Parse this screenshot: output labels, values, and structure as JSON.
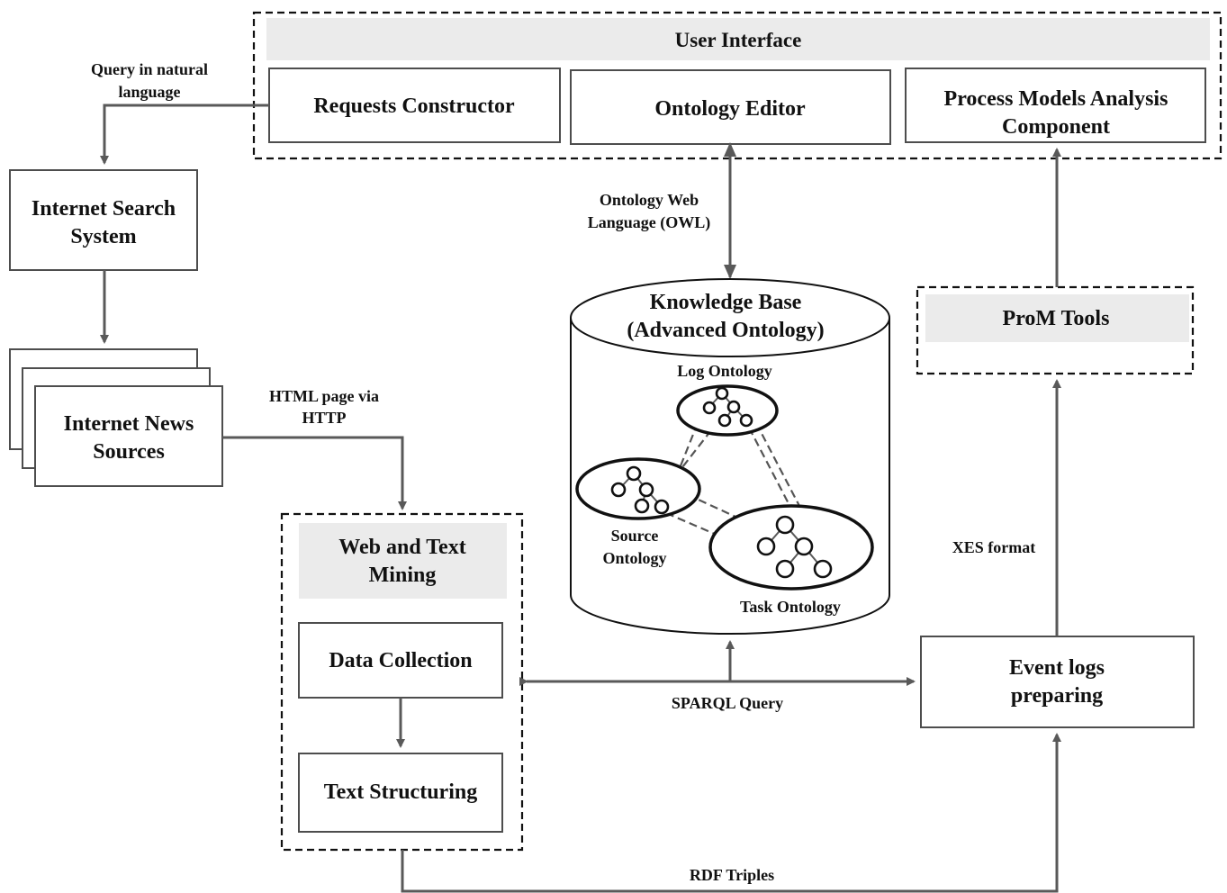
{
  "user_interface": {
    "title": "User Interface",
    "requests_constructor": "Requests Constructor",
    "ontology_editor": "Ontology Editor",
    "process_models": [
      "Process Models Analysis",
      "Component"
    ]
  },
  "search_system": [
    "Internet Search",
    "System"
  ],
  "news_sources": [
    "Internet News",
    "Sources"
  ],
  "mining": {
    "title": [
      "Web and Text",
      "Mining"
    ],
    "data_collection": "Data Collection",
    "text_structuring": "Text Structuring"
  },
  "knowledge_base": {
    "title": [
      "Knowledge Base",
      "(Advanced Ontology)"
    ],
    "log_ontology": "Log Ontology",
    "source_ontology": [
      "Source",
      "Ontology"
    ],
    "task_ontology": "Task Ontology"
  },
  "prom_tools": "ProM Tools",
  "event_logs": [
    "Event logs",
    "preparing"
  ],
  "labels": {
    "query_natural": [
      "Query in natural",
      "language"
    ],
    "html_http": [
      "HTML page via",
      "HTTP"
    ],
    "owl": [
      "Ontology Web",
      "Language (OWL)"
    ],
    "sparql": "SPARQL Query",
    "xes": "XES format",
    "rdf": "RDF Triples"
  }
}
